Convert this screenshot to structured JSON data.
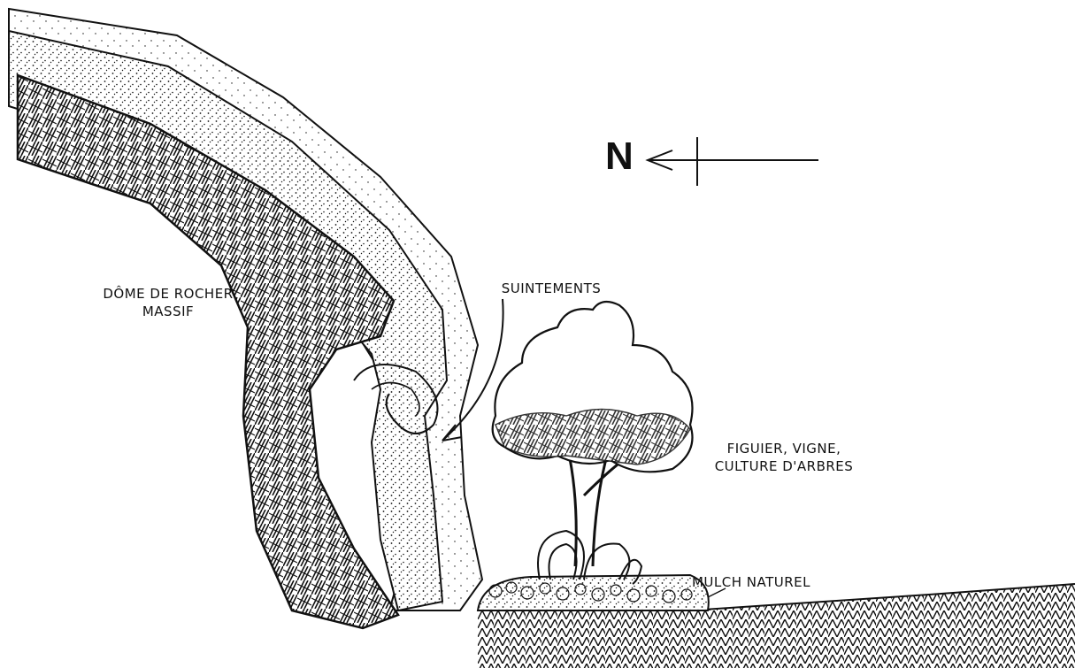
{
  "labels": {
    "north": "N",
    "dome_line1": "DÔME DE ROCHER",
    "dome_line2": "MASSIF",
    "seepage": "SUINTEMENTS",
    "fig_line1": "FIGUIER, VIGNE,",
    "fig_line2": "CULTURE D'ARBRES",
    "mulch": "MULCH NATUREL"
  },
  "colors": {
    "ink": "#111111",
    "paper": "#ffffff"
  },
  "icons": {
    "compass": "north-arrow-icon"
  }
}
